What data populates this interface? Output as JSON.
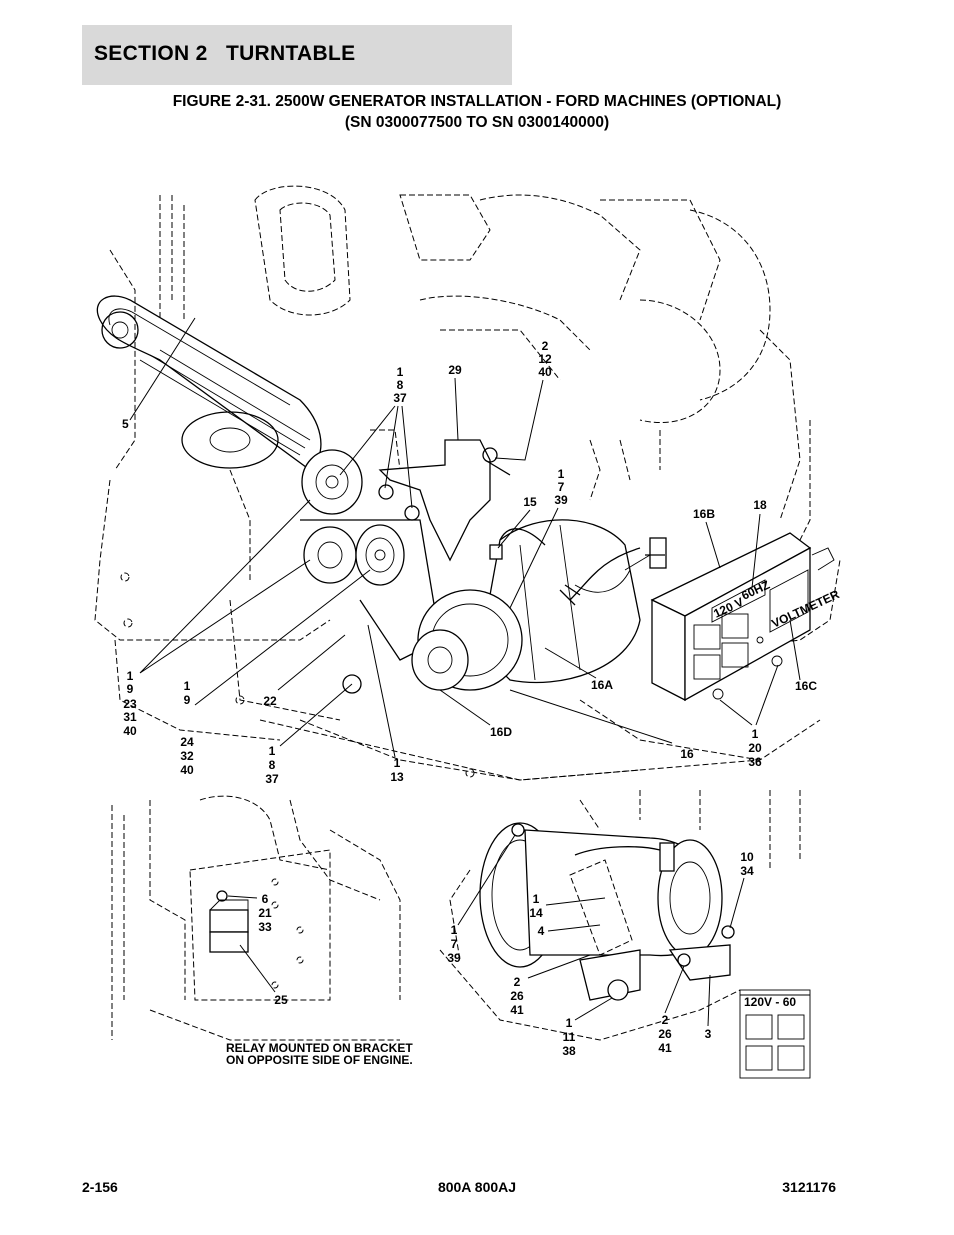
{
  "header": {
    "section": "SECTION 2   TURNTABLE"
  },
  "figure": {
    "title_line1": "FIGURE 2-31. 2500W GENERATOR INSTALLATION - FORD MACHINES (OPTIONAL)",
    "title_line2": "(SN 0300077500 TO SN 0300140000)"
  },
  "callouts_main": {
    "c5": "5",
    "c1_8_37_top": [
      "1",
      "8",
      "37"
    ],
    "c29": "29",
    "c2_12_40": [
      "2",
      "12",
      "40"
    ],
    "c1_7_39": [
      "1",
      "7",
      "39"
    ],
    "c15": "15",
    "c16b": "16B",
    "c18": "18",
    "c1_9_23_31_40": [
      "1",
      "9",
      "23",
      "31",
      "40"
    ],
    "c1_9_24_32_40": [
      "1",
      "9",
      "24",
      "32",
      "40"
    ],
    "c22": "22",
    "c1_8_37_bottom": [
      "1",
      "8",
      "37"
    ],
    "c1_13": [
      "1",
      "13"
    ],
    "c16a": "16A",
    "c16c": "16C",
    "c16d": "16D",
    "c16": "16",
    "c1_20_36": [
      "1",
      "20",
      "36"
    ]
  },
  "callouts_relay": {
    "c6_21_33": [
      "6",
      "21",
      "33"
    ],
    "c25": "25",
    "note_line1": "RELAY MOUNTED ON BRACKET",
    "note_line2": "ON OPPOSITE SIDE OF ENGINE."
  },
  "callouts_generator": {
    "c10_34": [
      "10",
      "34"
    ],
    "c1_14": [
      "1",
      "14"
    ],
    "c4": "4",
    "c1_7_39": [
      "1",
      "7",
      "39"
    ],
    "c2_26_41_left": [
      "2",
      "26",
      "41"
    ],
    "c1_11_38": [
      "1",
      "11",
      "38"
    ],
    "c2_26_41_right": [
      "2",
      "26",
      "41"
    ],
    "c3": "3"
  },
  "panel": {
    "voltage": "120 V",
    "frequency": "60HZ",
    "meter": "VOLTMETER",
    "inset_voltage": "120V - 60"
  },
  "footer": {
    "page": "2-156",
    "model": "800A 800AJ",
    "part_number": "3121176"
  }
}
